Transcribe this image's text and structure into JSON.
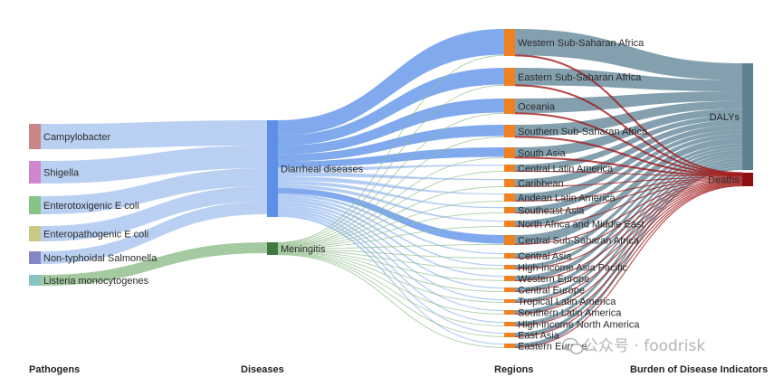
{
  "colors": {
    "pathogen_flow": "#a9c4f0",
    "diarrheal_flow": "#6a9bea",
    "meningitis_flow": "#8fbd8a",
    "region_node": "#f08020",
    "dalys_flow": "#6f8fa0",
    "deaths_flow": "#a01818"
  },
  "columns": {
    "pathogens": "Pathogens",
    "diseases": "Diseases",
    "regions": "Regions",
    "indicators": "Burden of Disease Indicators"
  },
  "watermark": "公众号 · foodrisk",
  "pathogens": [
    {
      "name": "Campylobacter",
      "color": "#c98686"
    },
    {
      "name": "Shigella",
      "color": "#cf86cf"
    },
    {
      "name": "Enterotoxigenic E coli",
      "color": "#86c486"
    },
    {
      "name": "Enteropathogenic E coli",
      "color": "#c9c986"
    },
    {
      "name": "Non-typhoidal Salmonella",
      "color": "#8686c4"
    },
    {
      "name": "Listeria monocytogenes",
      "color": "#86c4c4"
    }
  ],
  "diseases": [
    {
      "name": "Diarrheal diseases",
      "color": "#5b8fe8"
    },
    {
      "name": "Meningitis",
      "color": "#3e7a3e"
    }
  ],
  "regions": [
    "Western Sub-Saharan Africa",
    "Eastern Sub-Saharan Africa",
    "Oceania",
    "Southern Sub-Saharan Africa",
    "South Asia",
    "Central Latin America",
    "Caribbean",
    "Andean Latin America",
    "Southeast Asia",
    "North Africa and Middle East",
    "Central Sub-Saharan Africa",
    "Central Asia",
    "High-income Asia Pacific",
    "Western Europe",
    "Central Europe",
    "Tropical Latin America",
    "Southern Latin America",
    "High-income North America",
    "East Asia",
    "Eastern Europe"
  ],
  "indicators": [
    {
      "name": "DALYs",
      "color": "#5f8292"
    },
    {
      "name": "Deaths",
      "color": "#8e1010"
    }
  ]
}
